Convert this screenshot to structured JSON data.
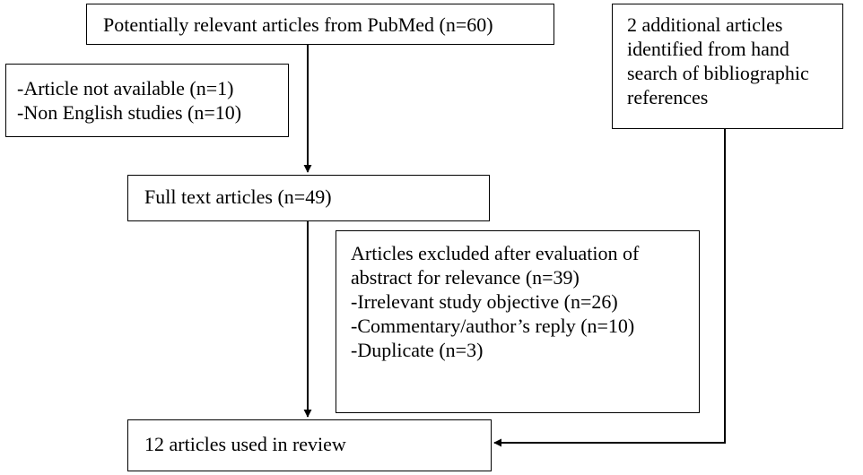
{
  "boxes": {
    "pubmed": {
      "lines": [
        "Potentially relevant articles from PubMed (n=60)"
      ]
    },
    "additional": {
      "lines": [
        "2 additional articles",
        "identified from hand",
        "search of bibliographic",
        "references"
      ]
    },
    "excluded_initial": {
      "lines": [
        "-Article not available (n=1)",
        "-Non English studies (n=10)"
      ]
    },
    "full_text": {
      "lines": [
        "Full text articles (n=49)"
      ]
    },
    "excluded_abstract": {
      "lines": [
        "Articles excluded after evaluation of",
        "abstract for relevance (n=39)",
        "-Irrelevant study objective (n=26)",
        "-Commentary/author’s reply (n=10)",
        "-Duplicate (n=3)"
      ]
    },
    "final": {
      "lines": [
        "12 articles used in review"
      ]
    }
  },
  "colors": {
    "line": "#000000",
    "background": "#ffffff"
  }
}
